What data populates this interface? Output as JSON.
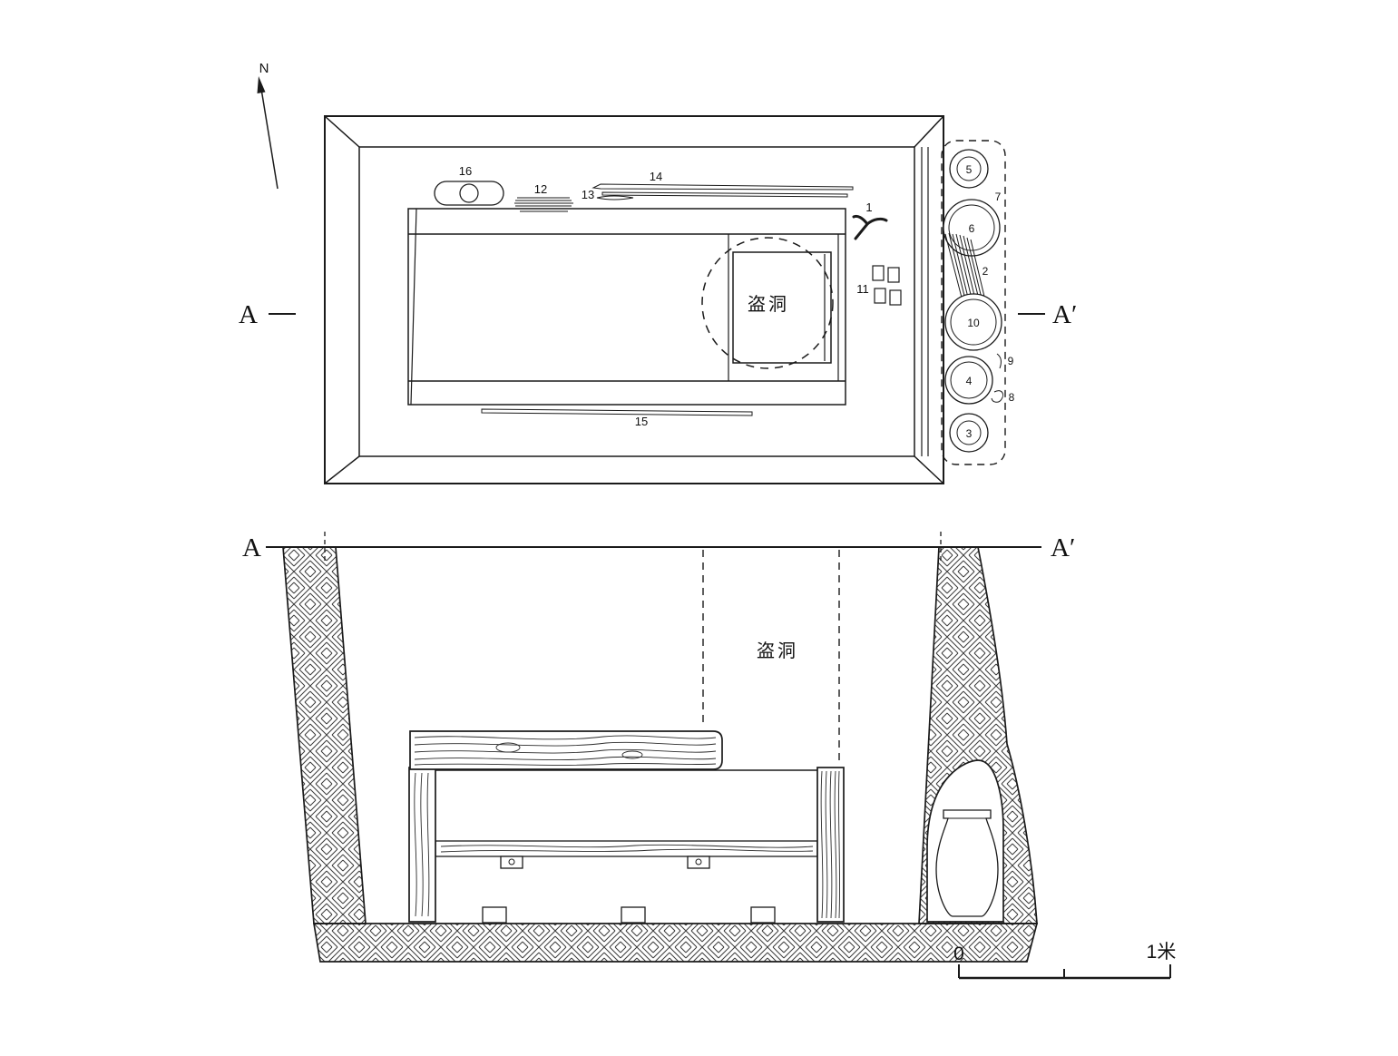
{
  "style": {
    "ink": "#1a1a1a",
    "paper": "#ffffff"
  },
  "plan": {
    "north_label": "N",
    "section_label_left": "A",
    "section_label_right": "A′",
    "robber_hole": "盗洞",
    "artifacts": {
      "n1": "1",
      "n2": "2",
      "n3": "3",
      "n4": "4",
      "n5": "5",
      "n6": "6",
      "n7": "7",
      "n8": "8",
      "n9": "9",
      "n10": "10",
      "n11": "11",
      "n12": "12",
      "n13": "13",
      "n14": "14",
      "n15": "15",
      "n16": "16"
    }
  },
  "section": {
    "section_label_left": "A",
    "section_label_right": "A′",
    "robber_hole": "盗洞",
    "scale": {
      "zero": "0",
      "max": "1米"
    }
  }
}
